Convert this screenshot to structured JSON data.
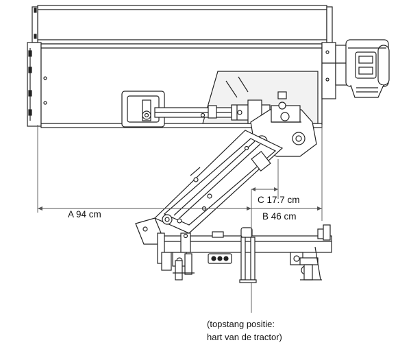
{
  "dimensions": {
    "a": "A 94 cm",
    "c": "C  17.7 cm",
    "b": "B  46 cm"
  },
  "note": {
    "line1": "(topstang positie:",
    "line2": "hart van de tractor)"
  },
  "colors": {
    "line": "#222222",
    "fill": "#ffffff",
    "shade": "#e6e6e6",
    "dimension": "#555555"
  }
}
